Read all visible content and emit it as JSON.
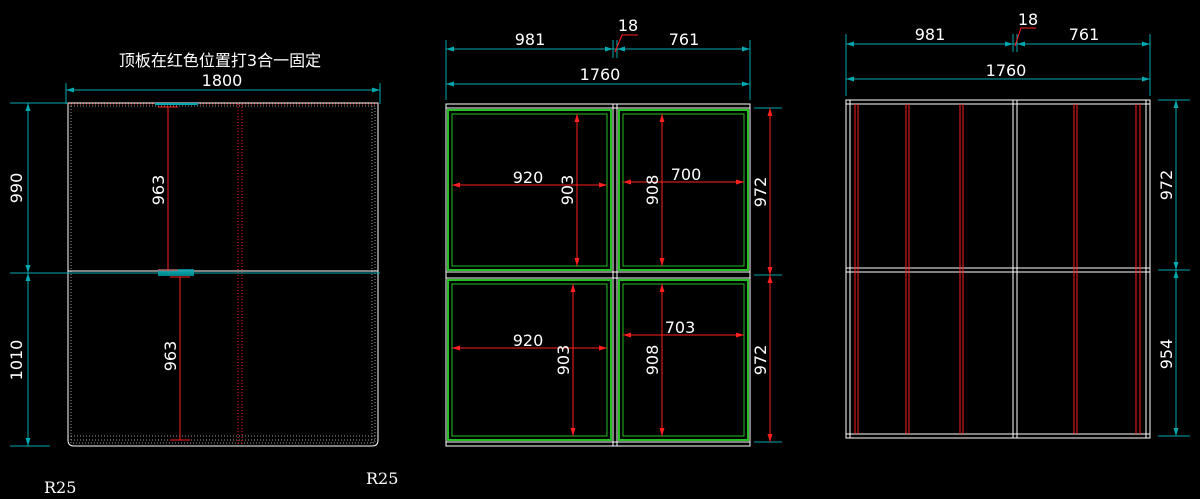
{
  "colors": {
    "background": "#000000",
    "dimension_line": "#00a8b0",
    "dimension_text": "#ffffff",
    "outline": "#ffffff",
    "red_mark": "#ff2020",
    "green_frame": "#22c022",
    "grey_dots": "#9a9a9a"
  },
  "left_view": {
    "note": "顶板在红色位置打3合一固定",
    "width": "1800",
    "height_top": "990",
    "height_bottom": "1010",
    "inner_top": "963",
    "inner_bottom": "963",
    "radius_left": "R25",
    "radius_right": "R25"
  },
  "middle_view": {
    "left_width": "981",
    "gap": "18",
    "right_width": "761",
    "total_width": "1760",
    "top_left_width": "920",
    "top_left_height": "903",
    "top_right_height": "908",
    "top_right_width": "700",
    "bottom_left_width": "920",
    "bottom_left_height": "903",
    "bottom_right_height": "908",
    "bottom_right_width": "703",
    "height_top": "972",
    "height_bottom": "972"
  },
  "right_view": {
    "left_width": "981",
    "gap": "18",
    "right_width": "761",
    "total_width": "1760",
    "height_top": "972",
    "height_bottom": "954"
  }
}
